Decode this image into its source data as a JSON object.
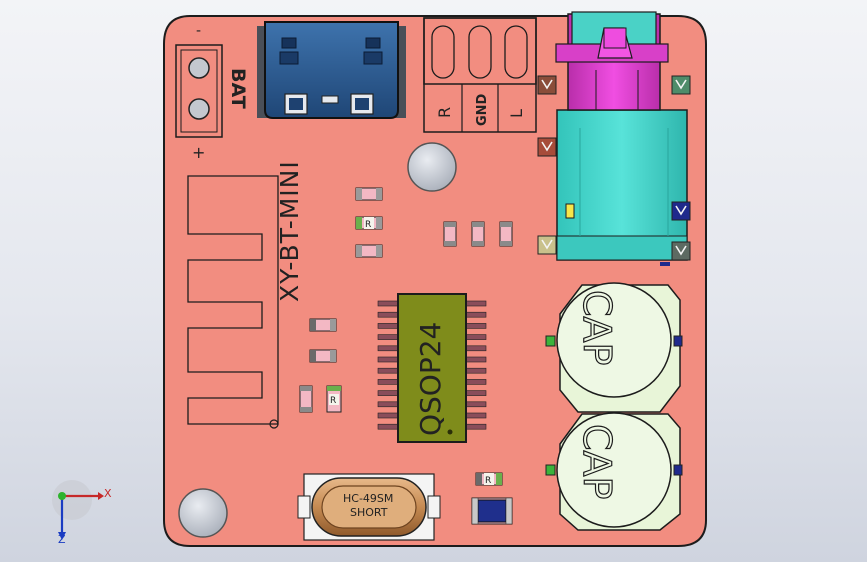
{
  "board": {
    "name": "XY-BT-MINI",
    "colors": {
      "pcb": "#f28d80",
      "pcb_edge": "#222222",
      "usb": "#2f5f96",
      "jack_body": "#44d6cc",
      "jack_top": "#e23fd4",
      "chip": "#7f8c1b",
      "cap_face": "#e8f5d8",
      "crystal": "#c89058"
    }
  },
  "labels": {
    "battery": "BAT",
    "minus": "-",
    "plus": "+",
    "right": "R",
    "ground": "GND",
    "left": "L",
    "chip": "QSOP24",
    "cap_top": "CAP",
    "cap_bottom": "CAP",
    "crystal_line1": "HC-49SM",
    "crystal_line2": "SHORT",
    "resistor_mark": "R"
  },
  "axes": {
    "x_label": "X",
    "z_label": "Z"
  }
}
